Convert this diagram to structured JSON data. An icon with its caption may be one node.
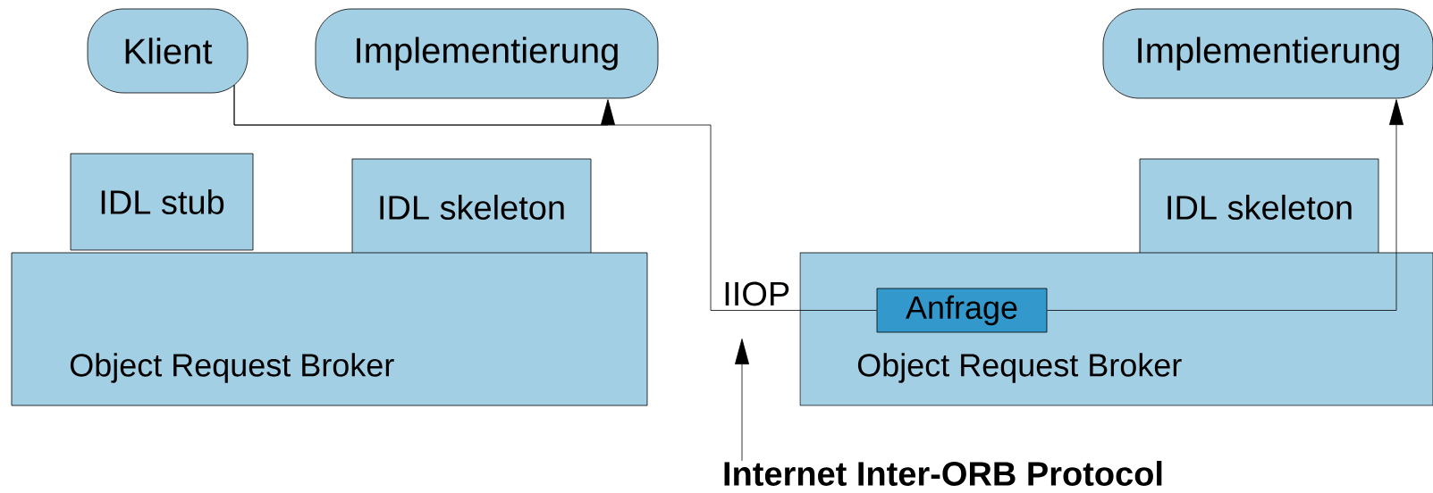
{
  "diagram": {
    "nodes": [
      {
        "text": [
          "Klient"
        ]
      },
      {
        "text": [
          "Implementierung"
        ]
      },
      {
        "text": [
          "IDL stub"
        ]
      },
      {
        "text": [
          "IDL skeleton"
        ]
      },
      {
        "text": [
          "Object Request Broker"
        ]
      },
      {
        "text": [
          "Implementierung"
        ]
      },
      {
        "text": [
          "IDL skeleton"
        ]
      },
      {
        "text": [
          "Object Request Broker"
        ]
      },
      {
        "text": [
          "Anfrage"
        ],
        "in": 7
      },
      {
        "text": [
          "Internet Inter-ORB Protocol"
        ]
      }
    ],
    "edges": [
      {
        "from": 0,
        "to": 1,
        "arrow": "to"
      },
      {
        "from": 0,
        "to": 8,
        "arrow": "none",
        "label": "IIOP"
      },
      {
        "from": 8,
        "to": 5,
        "arrow": "to"
      },
      {
        "from": 9,
        "to": null,
        "arrow": "to"
      }
    ]
  }
}
